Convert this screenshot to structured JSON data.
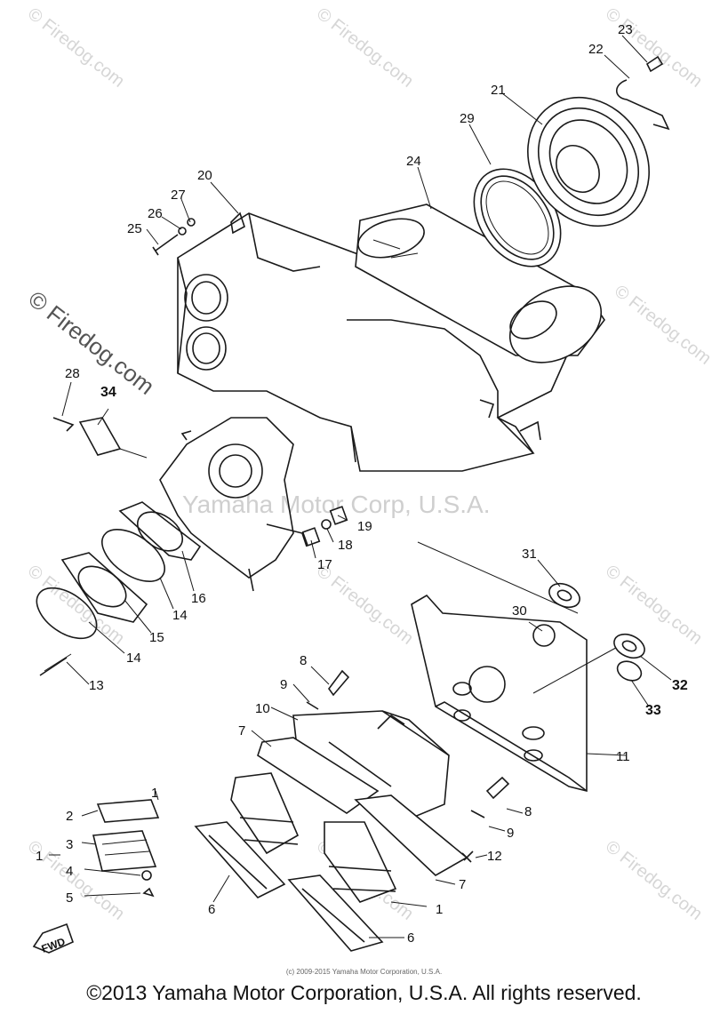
{
  "diagram": {
    "watermark_text": "© Firedog.com",
    "center_watermark": "Yamaha Motor Corp, U.S.A.",
    "fwd_label": "FWD",
    "callouts": [
      {
        "n": "1"
      },
      {
        "n": "1"
      },
      {
        "n": "1"
      },
      {
        "n": "2"
      },
      {
        "n": "3"
      },
      {
        "n": "4"
      },
      {
        "n": "5"
      },
      {
        "n": "6"
      },
      {
        "n": "6"
      },
      {
        "n": "7"
      },
      {
        "n": "7"
      },
      {
        "n": "8"
      },
      {
        "n": "8"
      },
      {
        "n": "9"
      },
      {
        "n": "9"
      },
      {
        "n": "10"
      },
      {
        "n": "11"
      },
      {
        "n": "12"
      },
      {
        "n": "13"
      },
      {
        "n": "14"
      },
      {
        "n": "14"
      },
      {
        "n": "15"
      },
      {
        "n": "16"
      },
      {
        "n": "17"
      },
      {
        "n": "18"
      },
      {
        "n": "19"
      },
      {
        "n": "20"
      },
      {
        "n": "21"
      },
      {
        "n": "22"
      },
      {
        "n": "23"
      },
      {
        "n": "24"
      },
      {
        "n": "25"
      },
      {
        "n": "26"
      },
      {
        "n": "27"
      },
      {
        "n": "28"
      },
      {
        "n": "29"
      },
      {
        "n": "30"
      },
      {
        "n": "31"
      },
      {
        "n": "32"
      },
      {
        "n": "33"
      },
      {
        "n": "34"
      }
    ]
  },
  "footer": {
    "small_copyright": "(c) 2009-2015 Yamaha Motor Corporation, U.S.A.",
    "copyright": "©2013 Yamaha Motor Corporation, U.S.A. All rights reserved."
  }
}
